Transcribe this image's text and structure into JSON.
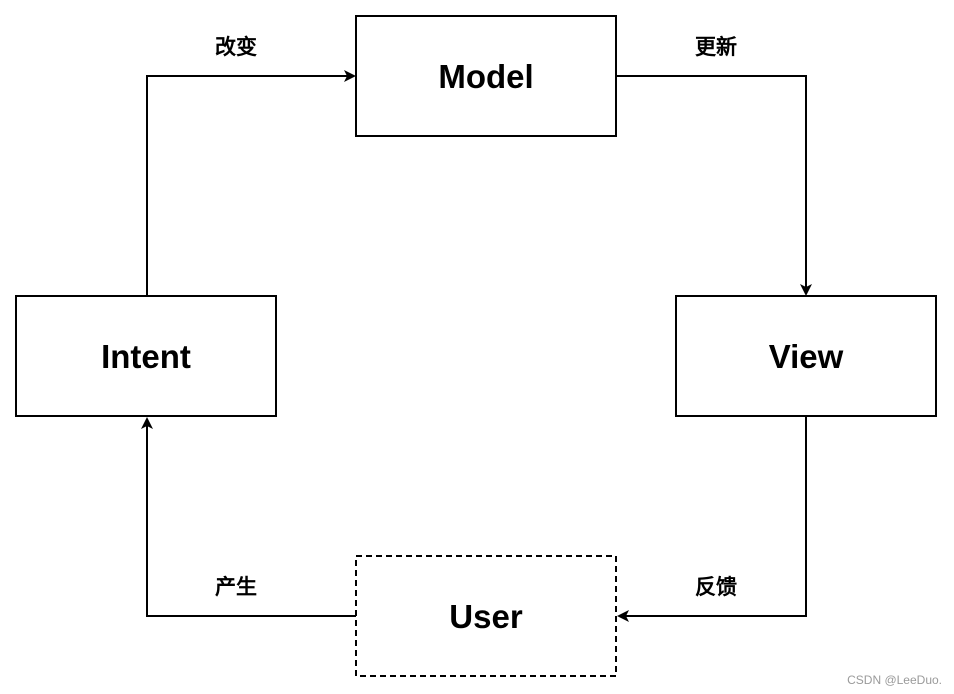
{
  "nodes": {
    "model": {
      "label": "Model",
      "style": "solid"
    },
    "view": {
      "label": "View",
      "style": "solid"
    },
    "user": {
      "label": "User",
      "style": "dashed"
    },
    "intent": {
      "label": "Intent",
      "style": "solid"
    }
  },
  "edges": {
    "model_to_view": {
      "from": "Model",
      "to": "View",
      "label": "更新"
    },
    "view_to_user": {
      "from": "View",
      "to": "User",
      "label": "反馈"
    },
    "user_to_intent": {
      "from": "User",
      "to": "Intent",
      "label": "产生"
    },
    "intent_to_model": {
      "from": "Intent",
      "to": "Model",
      "label": "改变"
    }
  },
  "watermark": "CSDN @LeeDuo.",
  "colors": {
    "stroke": "#000000",
    "background": "#ffffff",
    "watermark": "#9a9a9a"
  }
}
